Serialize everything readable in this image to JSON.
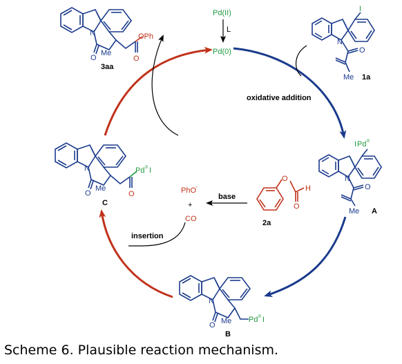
{
  "colors": {
    "blue": "#1a3a8c",
    "navy": "#1f3f95",
    "red": "#c0321b",
    "green": "#1e9a3f",
    "black": "#000000"
  },
  "catalyst": {
    "precursor": "Pd(II)",
    "ligand": "L",
    "active": "Pd(0)"
  },
  "steps": {
    "oxidative_addition": "oxidative addition",
    "base": "base",
    "insertion": "insertion"
  },
  "compounds": {
    "product": {
      "label": "3aa",
      "ester": "OPh",
      "oxygen": "O",
      "me": "Me",
      "ring_o": "O",
      "n": "N"
    },
    "substrate": {
      "label": "1a",
      "iodo": "I",
      "n": "N",
      "o": "O",
      "me": "Me"
    },
    "int_a": {
      "label": "A",
      "pd_prefix": "I",
      "pd": "Pd",
      "pd_ox": "II",
      "n": "N",
      "o": "O",
      "me": "Me"
    },
    "int_b": {
      "label": "B",
      "pd": "Pd",
      "pd_ox": "II",
      "pd_suffix": "I",
      "me": "Me",
      "o": "O",
      "n": "N"
    },
    "int_c": {
      "label": "C",
      "pd": "Pd",
      "pd_ox": "II",
      "pd_suffix": "I",
      "me": "Me",
      "o": "O",
      "o2": "O",
      "n": "N"
    },
    "formate": {
      "label": "2a",
      "o1": "O",
      "o2": "O",
      "h": "H"
    },
    "phenoxide": {
      "text": "PhO",
      "charge": "-",
      "plus": "+"
    },
    "co": {
      "text": "CO"
    }
  },
  "caption": "Scheme 6. Plausible reaction mechanism."
}
